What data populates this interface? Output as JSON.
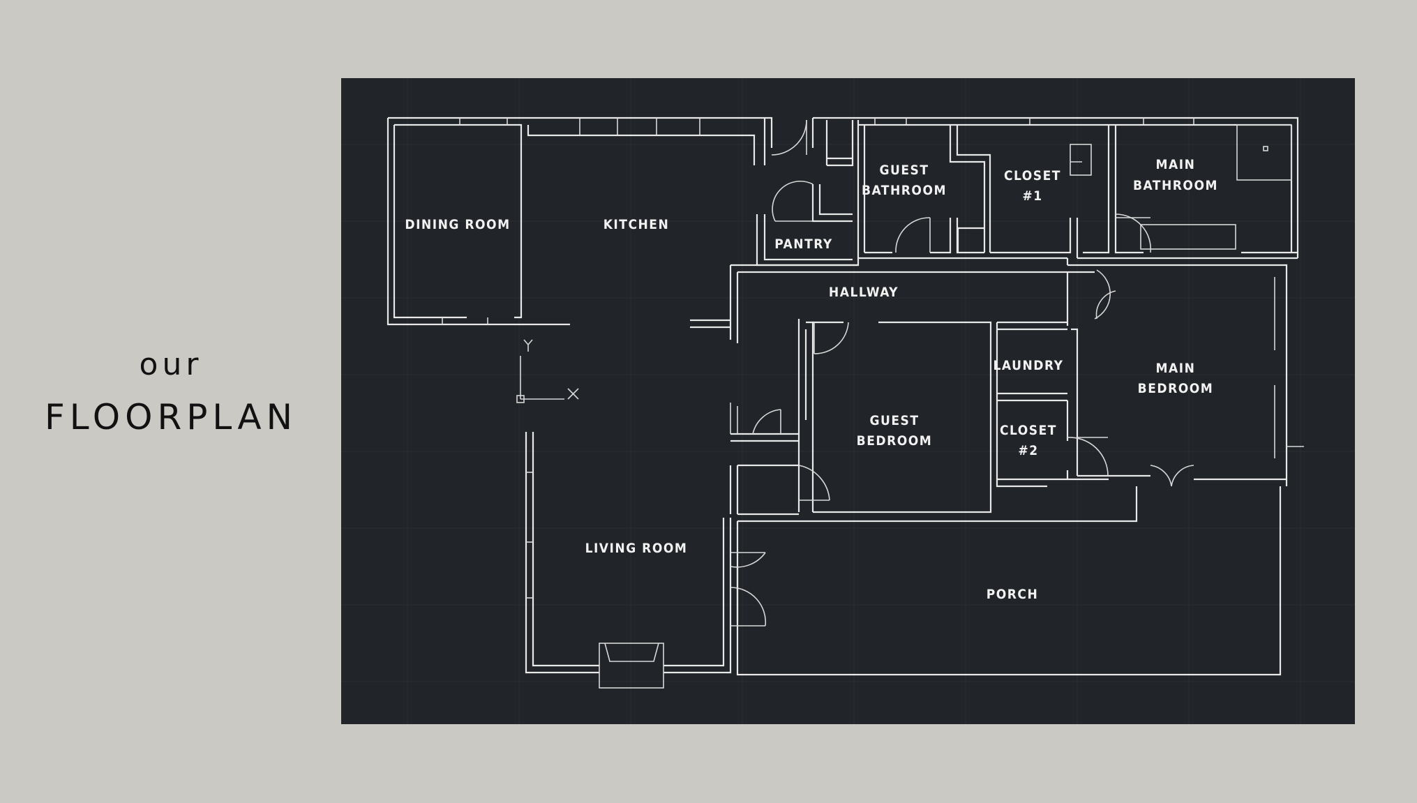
{
  "title": {
    "line1": "our",
    "line2": "FLOORPLAN"
  },
  "colors": {
    "background": "#cbc9c3",
    "plan_background": "#212428",
    "line": "#e9e9e9",
    "title_text": "#111111"
  },
  "rooms": {
    "dining_room": "DINING ROOM",
    "kitchen": "KITCHEN",
    "pantry": "PANTRY",
    "guest_bathroom_1": "GUEST",
    "guest_bathroom_2": "BATHROOM",
    "closet1_1": "CLOSET",
    "closet1_2": "#1",
    "main_bathroom_1": "MAIN",
    "main_bathroom_2": "BATHROOM",
    "hallway": "HALLWAY",
    "laundry": "LAUNDRY",
    "main_bedroom_1": "MAIN",
    "main_bedroom_2": "BEDROOM",
    "guest_bedroom_1": "GUEST",
    "guest_bedroom_2": "BEDROOM",
    "closet2_1": "CLOSET",
    "closet2_2": "#2",
    "living_room": "LIVING ROOM",
    "porch": "PORCH"
  }
}
